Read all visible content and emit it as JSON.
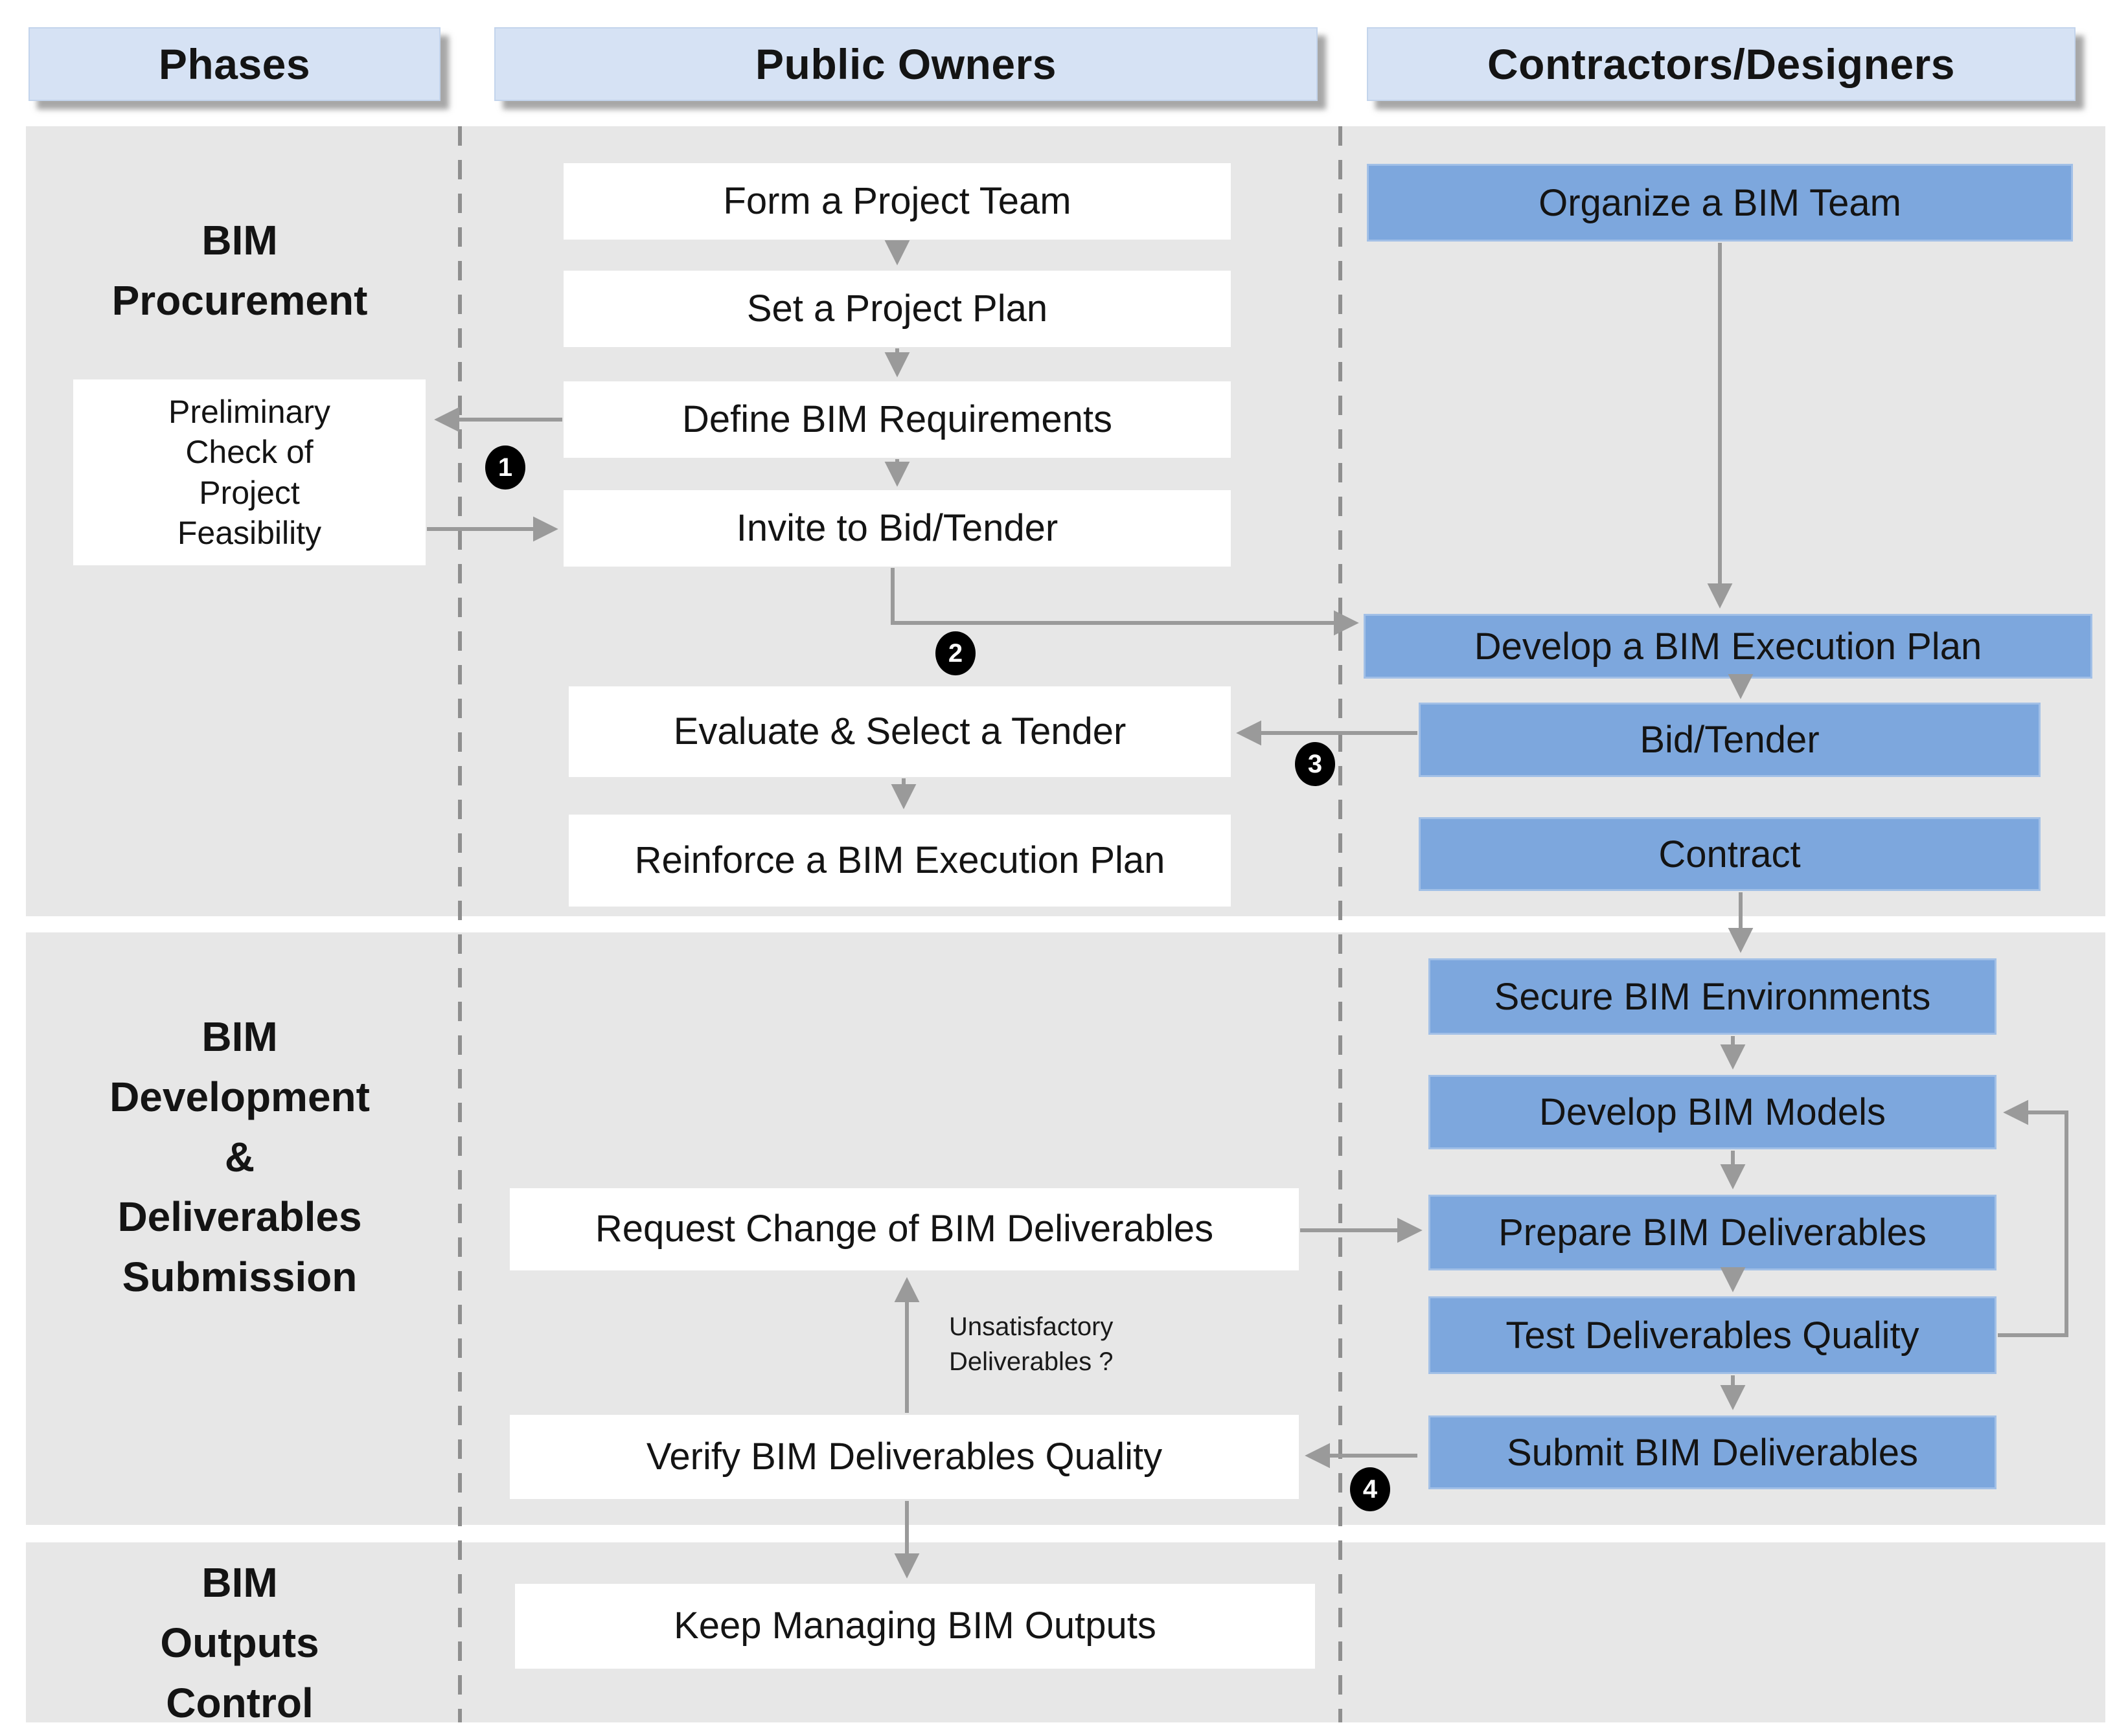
{
  "colors": {
    "band_background": "#e7e7e7",
    "header_fill": "#d6e2f4",
    "owner_box_fill": "#ffffff",
    "contractor_box_fill": "#7da7dd",
    "arrow": "#9a9a9a",
    "badge_background": "#000000",
    "badge_text": "#ffffff",
    "text": "#141414"
  },
  "header": {
    "phases": "Phases",
    "public_owners": "Public Owners",
    "contractors_designers": "Contractors/Designers"
  },
  "phase_labels": {
    "procurement": "BIM\nProcurement",
    "development": "BIM\nDevelopment\n&\nDeliverables\nSubmission",
    "outputs_control": "BIM\nOutputs\nControl"
  },
  "phase_steps": {
    "preliminary_check": "Preliminary\nCheck of\nProject\nFeasibility"
  },
  "owner_steps": {
    "form_team": "Form a Project Team",
    "set_plan": "Set a Project Plan",
    "define_requirements": "Define BIM Requirements",
    "invite_bid": "Invite to Bid/Tender",
    "evaluate_tender": "Evaluate & Select a Tender",
    "reinforce_bep": "Reinforce a BIM Execution Plan",
    "request_change": "Request Change of BIM Deliverables",
    "verify_quality": "Verify BIM Deliverables Quality",
    "keep_managing": "Keep Managing BIM Outputs"
  },
  "contractor_steps": {
    "organize_team": "Organize a BIM Team",
    "develop_bep": "Develop a BIM Execution Plan",
    "bid_tender": "Bid/Tender",
    "contract": "Contract",
    "secure_environments": "Secure BIM Environments",
    "develop_models": "Develop BIM Models",
    "prepare_deliverables": "Prepare BIM Deliverables",
    "test_quality": "Test Deliverables Quality",
    "submit_deliverables": "Submit BIM Deliverables"
  },
  "annotations": {
    "unsatisfactory": "Unsatisfactory\nDeliverables ?",
    "badge_1": "1",
    "badge_2": "2",
    "badge_3": "3",
    "badge_4": "4"
  }
}
